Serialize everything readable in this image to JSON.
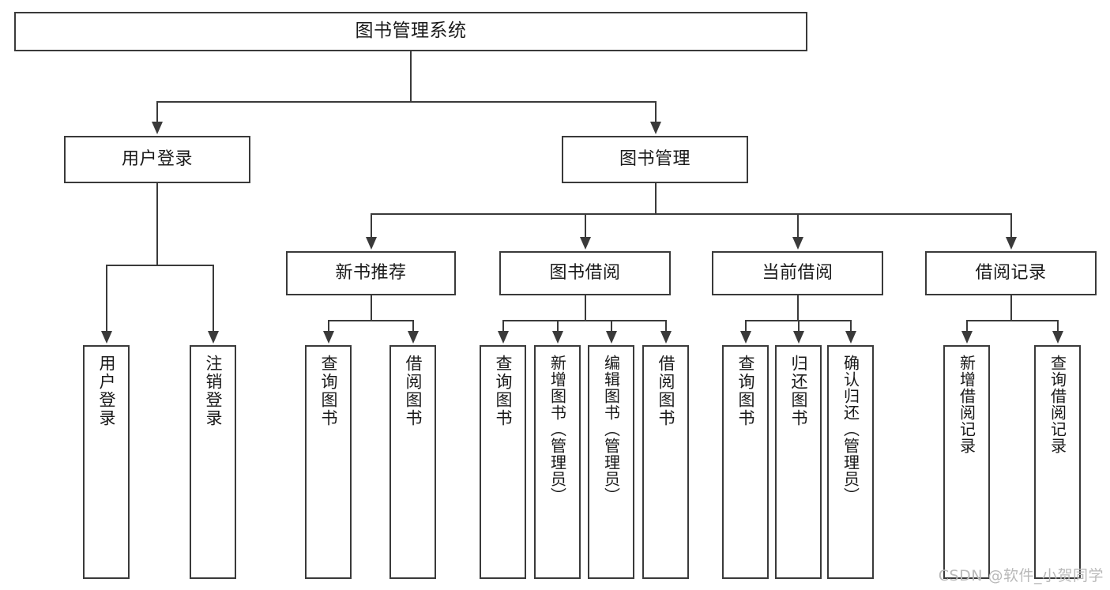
{
  "diagram": {
    "type": "tree",
    "title": "图书管理系统",
    "watermark": "CSDN @软件_小贺同学",
    "colors": {
      "stroke": "#3a3a3a",
      "fill": "#ffffff",
      "text": "#1a1a1a",
      "watermark": "#b9b9b9"
    },
    "levels": {
      "root": {
        "label": "图书管理系统"
      },
      "level2": [
        {
          "id": "user-login",
          "label": "用户登录"
        },
        {
          "id": "book-manage",
          "label": "图书管理"
        }
      ],
      "level3": [
        {
          "id": "new-book-recommend",
          "label": "新书推荐"
        },
        {
          "id": "book-borrow",
          "label": "图书借阅"
        },
        {
          "id": "current-borrow",
          "label": "当前借阅"
        },
        {
          "id": "borrow-record",
          "label": "借阅记录"
        }
      ],
      "leaves": {
        "user-login": [
          {
            "id": "leaf-user-login",
            "label": "用户登录"
          },
          {
            "id": "leaf-logout-login",
            "label": "注销登录"
          }
        ],
        "new-book-recommend": [
          {
            "id": "leaf-query-book-1",
            "label": "查询图书"
          },
          {
            "id": "leaf-borrow-book-1",
            "label": "借阅图书"
          }
        ],
        "book-borrow": [
          {
            "id": "leaf-query-book-2",
            "label": "查询图书"
          },
          {
            "id": "leaf-add-book",
            "label": "新增图书（管理员）"
          },
          {
            "id": "leaf-edit-book",
            "label": "编辑图书（管理员）"
          },
          {
            "id": "leaf-borrow-book-2",
            "label": "借阅图书"
          }
        ],
        "current-borrow": [
          {
            "id": "leaf-query-book-3",
            "label": "查询图书"
          },
          {
            "id": "leaf-return-book",
            "label": "归还图书"
          },
          {
            "id": "leaf-confirm-return",
            "label": "确认归还（管理员）"
          }
        ],
        "borrow-record": [
          {
            "id": "leaf-add-record",
            "label": "新增借阅记录"
          },
          {
            "id": "leaf-query-record",
            "label": "查询借阅记录"
          }
        ]
      }
    }
  }
}
